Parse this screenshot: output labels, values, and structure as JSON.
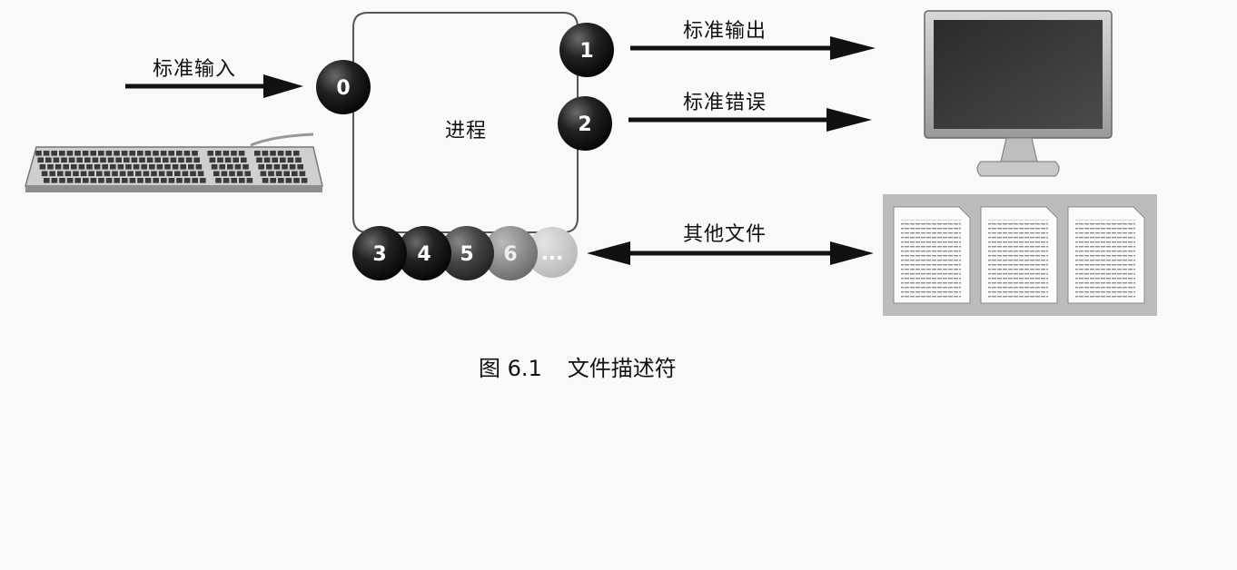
{
  "process": {
    "label": "进程"
  },
  "fds": {
    "stdin": {
      "number": "0",
      "label": "标准输入"
    },
    "stdout": {
      "number": "1",
      "label": "标准输出"
    },
    "stderr": {
      "number": "2",
      "label": "标准错误"
    },
    "others": {
      "numbers": [
        "3",
        "4",
        "5",
        "6",
        "..."
      ],
      "label": "其他文件"
    }
  },
  "devices": {
    "input": "keyboard-icon",
    "output": "monitor-icon",
    "files": "documents-icon"
  },
  "caption": {
    "figure_number": "图 6.1",
    "title": "文件描述符"
  },
  "colors": {
    "circle_dark": "#1a1a1a",
    "arrow": "#111111",
    "background": "#f9f9f7"
  }
}
